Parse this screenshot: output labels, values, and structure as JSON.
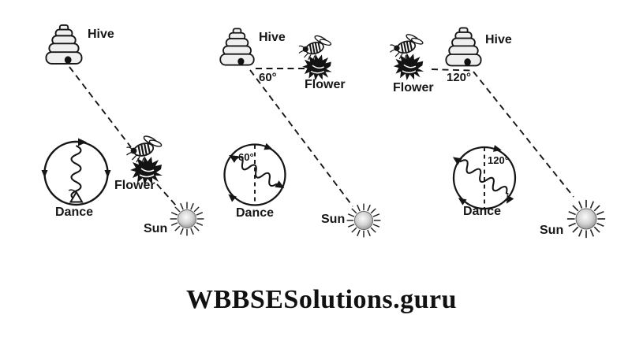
{
  "figure": {
    "watermark": "WBBSESolutions.guru",
    "colors": {
      "ink": "#161616",
      "hive_fill": "#efefef",
      "sun_center": "#fafafa",
      "sun_edge": "#8f8f8f",
      "background": "#ffffff"
    },
    "icons": [
      "hive-icon",
      "bee-on-flower-icon",
      "sun-icon",
      "dance-circle-icon",
      "waggle-run-icon"
    ],
    "panels": [
      {
        "hive_label": "Hive",
        "flower_label": "Flower",
        "dance_label": "Dance",
        "sun_label": "Sun"
      },
      {
        "hive_label": "Hive",
        "flower_label": "Flower",
        "angle_label": "60°",
        "dance_angle_label": "60°",
        "dance_label": "Dance",
        "sun_label": "Sun"
      },
      {
        "hive_label": "Hive",
        "flower_label": "Flower",
        "angle_label": "120°",
        "dance_angle_label": "120°",
        "dance_label": "Dance",
        "sun_label": "Sun"
      }
    ]
  }
}
